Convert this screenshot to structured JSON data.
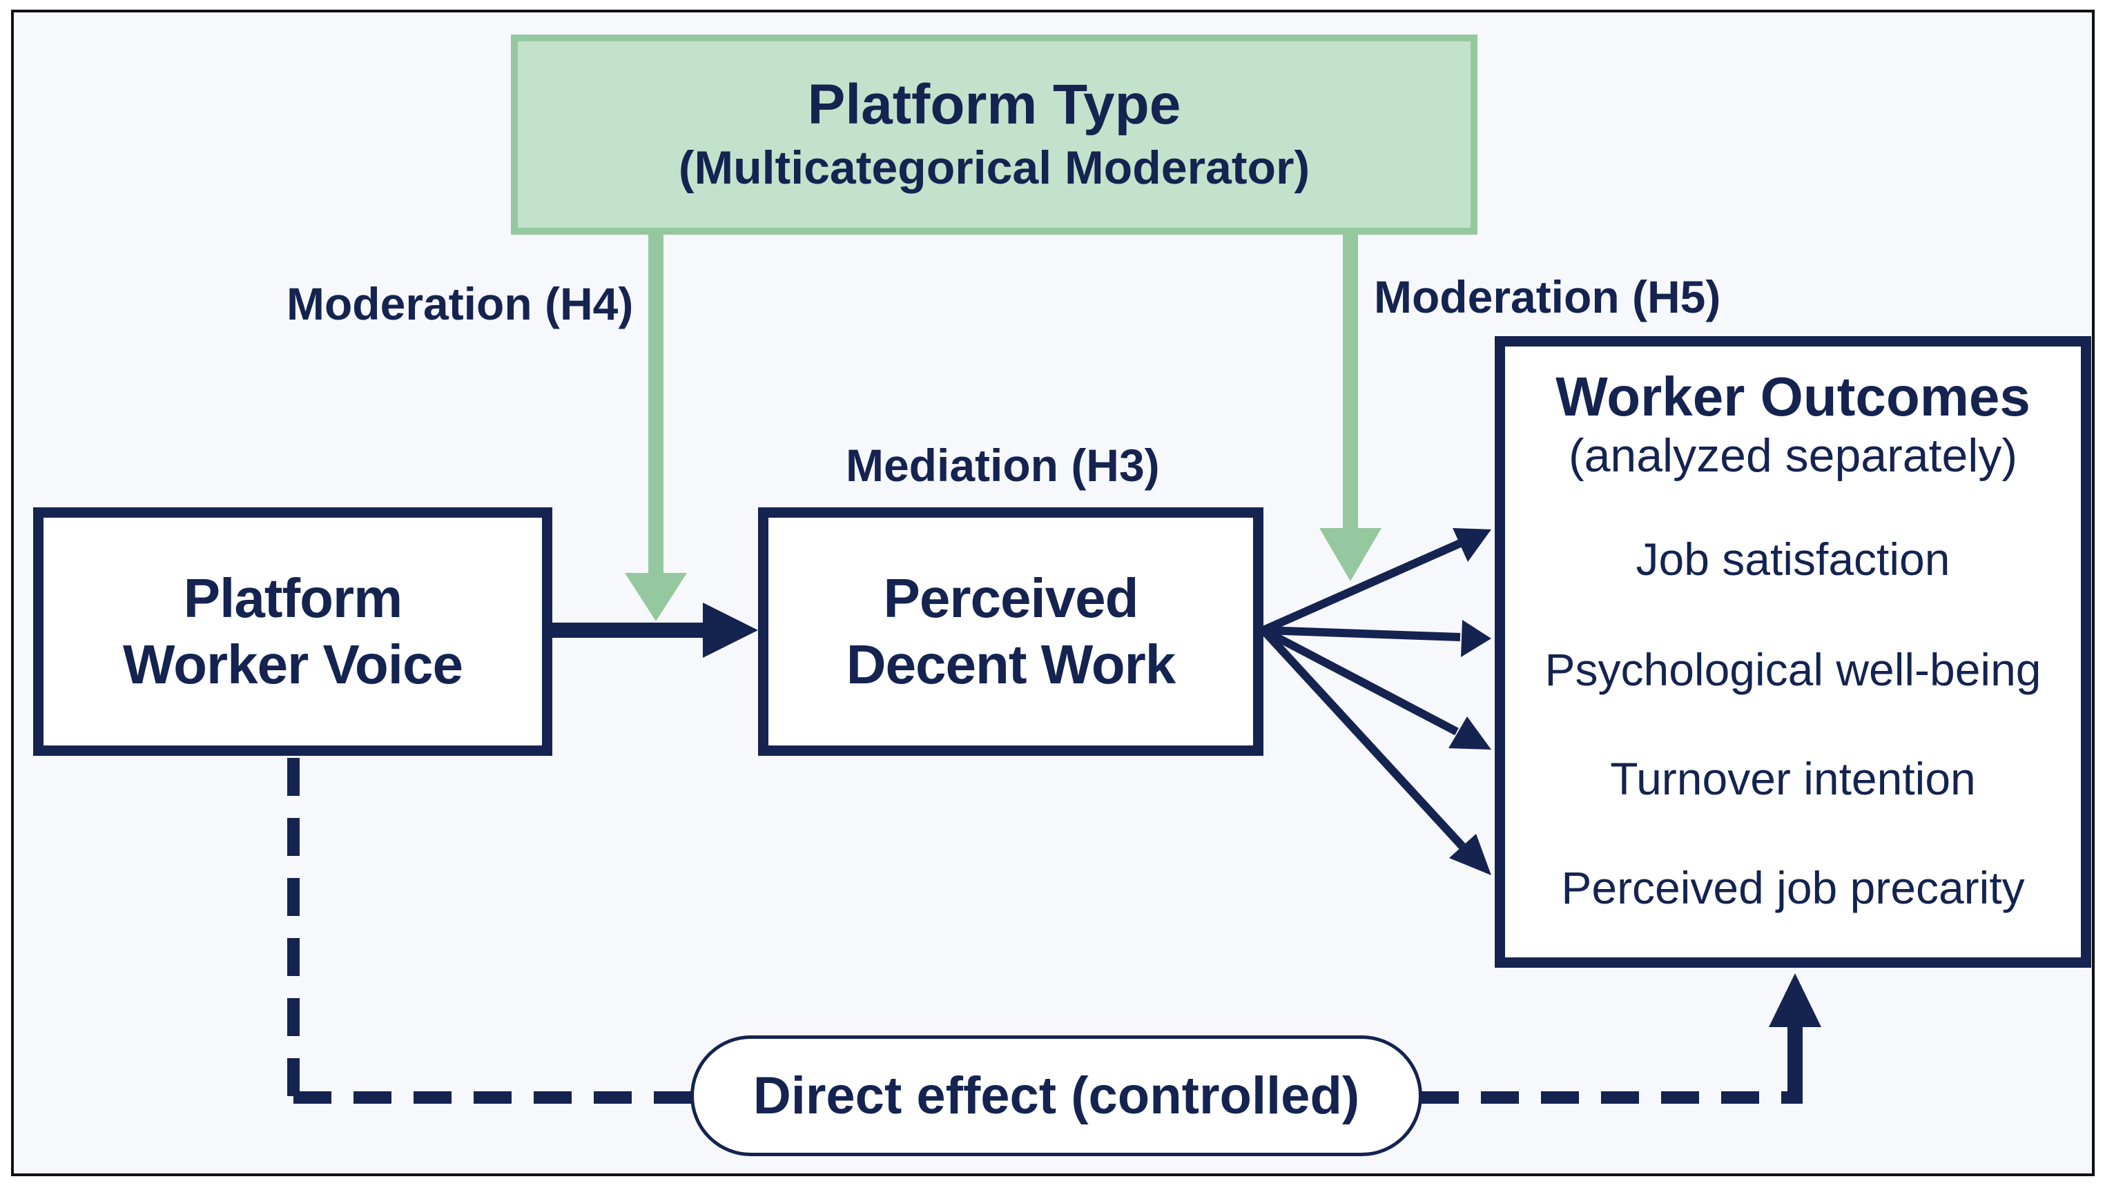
{
  "moderator": {
    "title": "Platform Type",
    "subtitle": "(Multicategorical Moderator)"
  },
  "labels": {
    "moderation_h4": "Moderation (H4)",
    "moderation_h5": "Moderation (H5)",
    "mediation_h3": "Mediation (H3)"
  },
  "nodes": {
    "voice": "Platform\nWorker Voice",
    "decent_work": "Perceived\nDecent Work"
  },
  "outcomes": {
    "title": "Worker Outcomes",
    "subtitle": "(analyzed separately)",
    "items": [
      "Job satisfaction",
      "Psychological well-being",
      "Turnover intention",
      "Perceived job precarity"
    ]
  },
  "direct_effect": "Direct effect (controlled)",
  "colors": {
    "navy": "#142350",
    "moderator_fill": "#c2e2cb",
    "moderator_stroke": "#95c89f"
  }
}
